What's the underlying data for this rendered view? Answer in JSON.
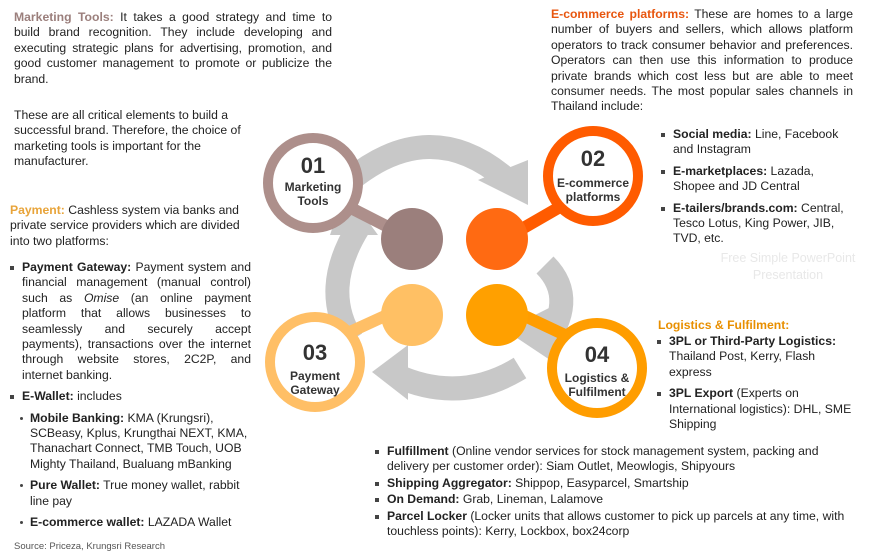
{
  "marketing": {
    "heading": "Marketing Tools:",
    "text": " It takes a good strategy and time to build brand recognition. They include developing and executing strategic plans for advertising, promotion, and good customer management to promote or publicize the brand.",
    "note": "These are all critical elements to build a successful brand. Therefore, the choice of marketing tools is important for the manufacturer."
  },
  "payment": {
    "heading": "Payment:",
    "text": " Cashless system via banks and private service providers which are divided into two platforms:",
    "gateway_label": "Payment Gateway:",
    "gateway_text_1": " Payment system and financial management (manual control) such as ",
    "gateway_italic": "Omise",
    "gateway_text_2": " (an online payment platform that allows businesses to seamlessly and securely accept payments), transactions over the internet through website stores, 2C2P, and internet banking.",
    "ewallet_label": "E-Wallet:",
    "ewallet_text": " includes",
    "mobile_label": "Mobile Banking:",
    "mobile_text": " KMA (Krungsri), SCBeasy, Kplus, Krungthai NEXT, KMA, Thanachart Connect, TMB Touch, UOB Mighty Thailand, Bualuang mBanking",
    "pure_label": "Pure Wallet:",
    "pure_text": " True money wallet, rabbit line pay",
    "ecw_label": "E-commerce wallet:",
    "ecw_text": " LAZADA Wallet"
  },
  "ecommerce": {
    "heading": "E-commerce platforms:",
    "text": " These are homes to a large number of buyers and sellers, which allows platform operators to track consumer behavior and preferences. Operators can then use this information to produce private brands which cost less but are able to meet consumer needs. The most popular sales channels in Thailand include:",
    "social_label": "Social media:",
    "social_text": " Line, Facebook and Instagram",
    "emarket_label": "E-marketplaces:",
    "emarket_text": " Lazada, Shopee and JD Central",
    "etailer_label": "E-tailers/brands.com:",
    "etailer_text": " Central, Tesco Lotus, King Power, JIB, TVD, etc."
  },
  "logistics": {
    "heading": "Logistics & Fulfilment:",
    "tpl_label": "3PL or  Third-Party Logistics:",
    "tpl_text": " Thailand Post, Kerry, Flash express",
    "export_label": "3PL Export",
    "export_text": " (Experts on International logistics): DHL, SME Shipping"
  },
  "fulfillment": {
    "f1_label": "Fulfillment",
    "f1_text": " (Online vendor services for stock management system, packing and delivery per customer order): Siam Outlet, Meowlogis, Shipyours",
    "f2_label": "Shipping Aggregator:",
    "f2_text": " Shippop, Easyparcel, Smartship",
    "f3_label": "On Demand:",
    "f3_text": " Grab, Lineman, Lalamove",
    "f4_label": "Parcel Locker",
    "f4_text": " (Locker units that allows customer to pick up parcels at any time, with touchless points): Kerry, Lockbox, box24corp"
  },
  "diagram": {
    "nodes": [
      {
        "number": "01",
        "line1": "Marketing",
        "line2": "Tools",
        "color": "#ad8f8b",
        "inner_color": "#9b7f7c"
      },
      {
        "number": "02",
        "line1": "E-commerce",
        "line2": "platforms",
        "color": "#ff5b00",
        "inner_color": "#ff6a12"
      },
      {
        "number": "03",
        "line1": "Payment",
        "line2": "Gateway",
        "color": "#ffbf66",
        "inner_color": "#ffc064"
      },
      {
        "number": "04",
        "line1": "Logistics &",
        "line2": "Fulfilment",
        "color": "#ff9d00",
        "inner_color": "#ffa000"
      }
    ],
    "arrow_color": "#c8c8c8"
  },
  "watermark": {
    "line1": "Free Simple PowerPoint Presentation"
  },
  "source": "Source: Priceza, Krungsri Research"
}
